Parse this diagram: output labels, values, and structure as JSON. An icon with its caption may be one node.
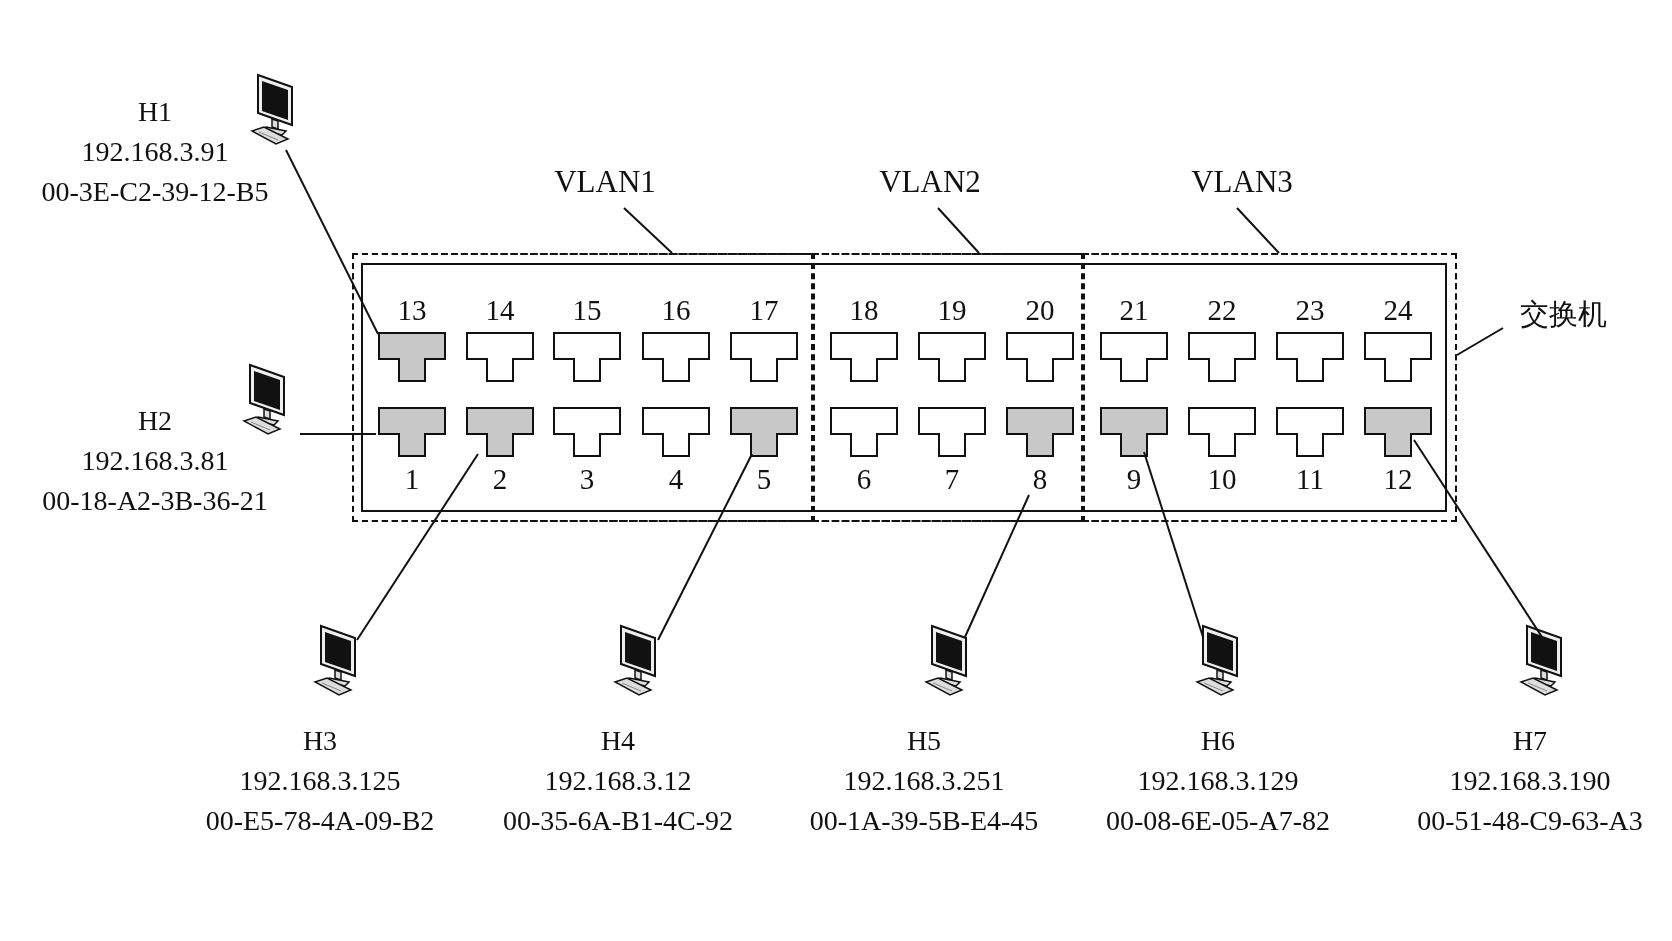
{
  "diagram": {
    "nodes": [
      {
        "text": [],
        "shape": "box"
      },
      {
        "text": [],
        "shape": "box",
        "in": 0
      },
      {
        "text": [
          "13"
        ],
        "in": 1
      },
      {
        "text": [
          "14"
        ],
        "in": 1
      },
      {
        "text": [
          "15"
        ],
        "in": 1
      },
      {
        "text": [
          "16"
        ],
        "in": 1
      },
      {
        "text": [
          "17"
        ],
        "in": 1
      },
      {
        "text": [
          "1"
        ],
        "in": 1
      },
      {
        "text": [
          "2"
        ],
        "in": 1
      },
      {
        "text": [
          "3"
        ],
        "in": 1
      },
      {
        "text": [
          "4"
        ],
        "in": 1
      },
      {
        "text": [
          "5"
        ],
        "in": 1
      },
      {
        "text": [],
        "shape": "box",
        "in": 0
      },
      {
        "text": [
          "18"
        ],
        "in": 12
      },
      {
        "text": [
          "19"
        ],
        "in": 12
      },
      {
        "text": [
          "20"
        ],
        "in": 12
      },
      {
        "text": [
          "6"
        ],
        "in": 12
      },
      {
        "text": [
          "7"
        ],
        "in": 12
      },
      {
        "text": [
          "8"
        ],
        "in": 12
      },
      {
        "text": [],
        "shape": "box",
        "in": 0
      },
      {
        "text": [
          "21"
        ],
        "in": 19
      },
      {
        "text": [
          "22"
        ],
        "in": 19
      },
      {
        "text": [
          "23"
        ],
        "in": 19
      },
      {
        "text": [
          "24"
        ],
        "in": 19
      },
      {
        "text": [
          "9"
        ],
        "in": 19
      },
      {
        "text": [
          "10"
        ],
        "in": 19
      },
      {
        "text": [
          "11"
        ],
        "in": 19
      },
      {
        "text": [
          "12"
        ],
        "in": 19
      },
      {
        "text": [
          "VLAN1"
        ]
      },
      {
        "text": [
          "VLAN2"
        ]
      },
      {
        "text": [
          "VLAN3"
        ]
      },
      {
        "text": [
          "交换机"
        ]
      },
      {
        "text": [
          "H1",
          "192.168.3.91",
          "00-3E-C2-39-12-B5"
        ]
      },
      {
        "text": [
          "H2",
          "192.168.3.81",
          "00-18-A2-3B-36-21"
        ]
      },
      {
        "text": [
          "H3",
          "192.168.3.125",
          "00-E5-78-4A-09-B2"
        ]
      },
      {
        "text": [
          "H4",
          "192.168.3.12",
          "00-35-6A-B1-4C-92"
        ]
      },
      {
        "text": [
          "H5",
          "192.168.3.251",
          "00-1A-39-5B-E4-45"
        ]
      },
      {
        "text": [
          "H6",
          "192.168.3.129",
          "00-08-6E-05-A7-82"
        ]
      },
      {
        "text": [
          "H7",
          "192.168.3.190",
          "00-51-48-C9-63-A3"
        ]
      }
    ],
    "edges": [
      {
        "from": 28,
        "to": 1,
        "arrow": "none"
      },
      {
        "from": 29,
        "to": 12,
        "arrow": "none"
      },
      {
        "from": 30,
        "to": 19,
        "arrow": "none"
      },
      {
        "from": 31,
        "to": 0,
        "arrow": "none"
      },
      {
        "from": 32,
        "to": 2,
        "arrow": "none"
      },
      {
        "from": 33,
        "to": 7,
        "arrow": "none"
      },
      {
        "from": 34,
        "to": 8,
        "arrow": "none"
      },
      {
        "from": 35,
        "to": 11,
        "arrow": "none"
      },
      {
        "from": 36,
        "to": 18,
        "arrow": "none"
      },
      {
        "from": 37,
        "to": 24,
        "arrow": "none"
      },
      {
        "from": 38,
        "to": 27,
        "arrow": "none"
      }
    ]
  }
}
